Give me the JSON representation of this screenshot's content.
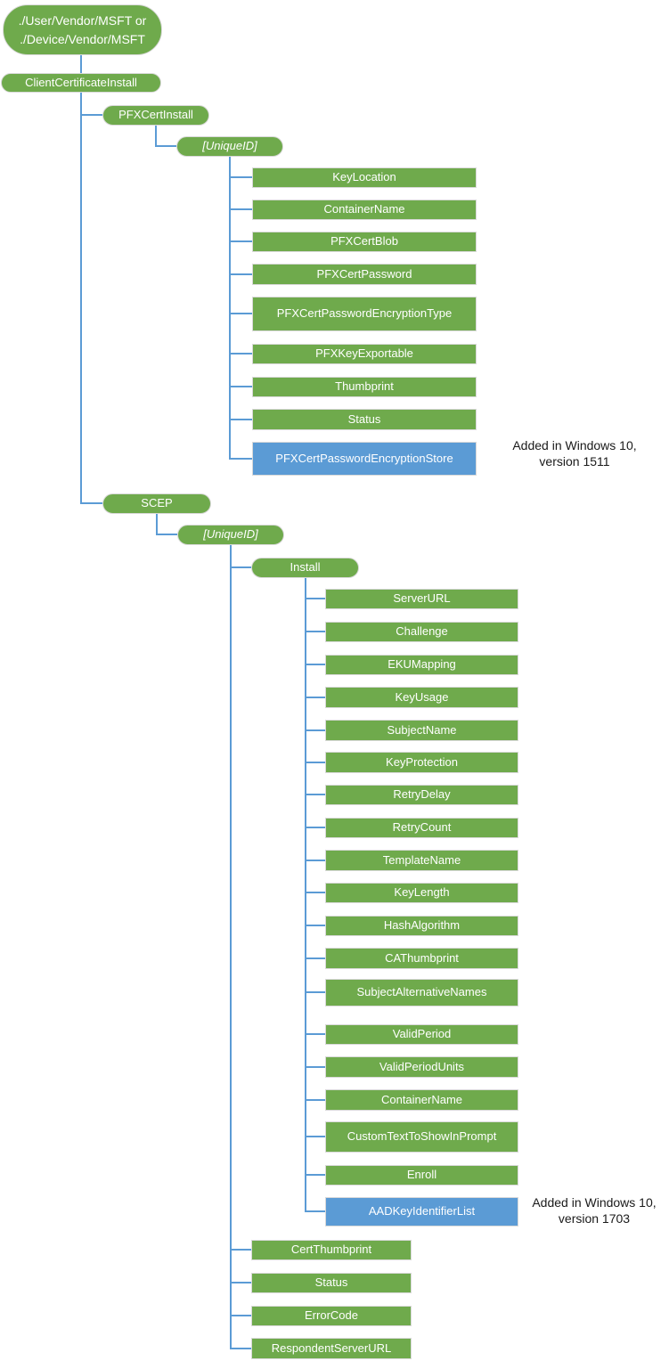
{
  "labels": {
    "root_line1": "./User/Vendor/MSFT or",
    "root_line2": "./Device/Vendor/MSFT",
    "client_certificate_install": "ClientCertificateInstall",
    "pfx_cert_install": "PFXCertInstall",
    "pfx_unique_id": "[UniqueID]",
    "key_location": "KeyLocation",
    "container_name_pfx": "ContainerName",
    "pfx_cert_blob": "PFXCertBlob",
    "pfx_cert_password": "PFXCertPassword",
    "pfx_cert_password_encryption_type": "PFXCertPasswordEncryptionType",
    "pfx_key_exportable": "PFXKeyExportable",
    "thumbprint": "Thumbprint",
    "status_pfx": "Status",
    "pfx_cert_password_encryption_store": "PFXCertPasswordEncryptionStore",
    "scep": "SCEP",
    "scep_unique_id": "[UniqueID]",
    "install": "Install",
    "server_url": "ServerURL",
    "challenge": "Challenge",
    "eku_mapping": "EKUMapping",
    "key_usage": "KeyUsage",
    "subject_name": "SubjectName",
    "key_protection": "KeyProtection",
    "retry_delay": "RetryDelay",
    "retry_count": "RetryCount",
    "template_name": "TemplateName",
    "key_length": "KeyLength",
    "hash_algorithm": "HashAlgorithm",
    "ca_thumbprint": "CAThumbprint",
    "subject_alternative_names": "SubjectAlternativeNames",
    "valid_period": "ValidPeriod",
    "valid_period_units": "ValidPeriodUnits",
    "container_name_scep": "ContainerName",
    "custom_text_to_show_in_prompt": "CustomTextToShowInPrompt",
    "enroll": "Enroll",
    "aad_key_identifier_list": "AADKeyIdentifierList",
    "cert_thumbprint": "CertThumbprint",
    "status_scep": "Status",
    "error_code": "ErrorCode",
    "respondent_server_url": "RespondentServerURL"
  },
  "annotations": {
    "note_1511_line1": "Added in Windows 10,",
    "note_1511_line2": "version 1511",
    "note_1703_line1": "Added in Windows 10,",
    "note_1703_line2": "version 1703"
  },
  "highlighted_nodes": [
    "PFXCertPasswordEncryptionStore",
    "AADKeyIdentifierList"
  ],
  "hierarchy": {
    "root": "./User/Vendor/MSFT or ./Device/Vendor/MSFT",
    "children": [
      {
        "name": "ClientCertificateInstall",
        "children": [
          {
            "name": "PFXCertInstall",
            "children": [
              {
                "name": "[UniqueID]",
                "children": [
                  "KeyLocation",
                  "ContainerName",
                  "PFXCertBlob",
                  "PFXCertPassword",
                  "PFXCertPasswordEncryptionType",
                  "PFXKeyExportable",
                  "Thumbprint",
                  "Status",
                  "PFXCertPasswordEncryptionStore"
                ]
              }
            ]
          },
          {
            "name": "SCEP",
            "children": [
              {
                "name": "[UniqueID]",
                "children": [
                  {
                    "name": "Install",
                    "children": [
                      "ServerURL",
                      "Challenge",
                      "EKUMapping",
                      "KeyUsage",
                      "SubjectName",
                      "KeyProtection",
                      "RetryDelay",
                      "RetryCount",
                      "TemplateName",
                      "KeyLength",
                      "HashAlgorithm",
                      "CAThumbprint",
                      "SubjectAlternativeNames",
                      "ValidPeriod",
                      "ValidPeriodUnits",
                      "ContainerName",
                      "CustomTextToShowInPrompt",
                      "Enroll",
                      "AADKeyIdentifierList"
                    ]
                  },
                  "CertThumbprint",
                  "Status",
                  "ErrorCode",
                  "RespondentServerURL"
                ]
              }
            ]
          }
        ]
      }
    ]
  },
  "colors": {
    "node_green": "#6faa4c",
    "node_blue": "#5b9bd5",
    "connector_blue": "#5b9bd5",
    "node_border": "#d9d9d9",
    "node_text": "#ffffff",
    "annotation_text": "#1a1a1a",
    "background": "#ffffff"
  }
}
